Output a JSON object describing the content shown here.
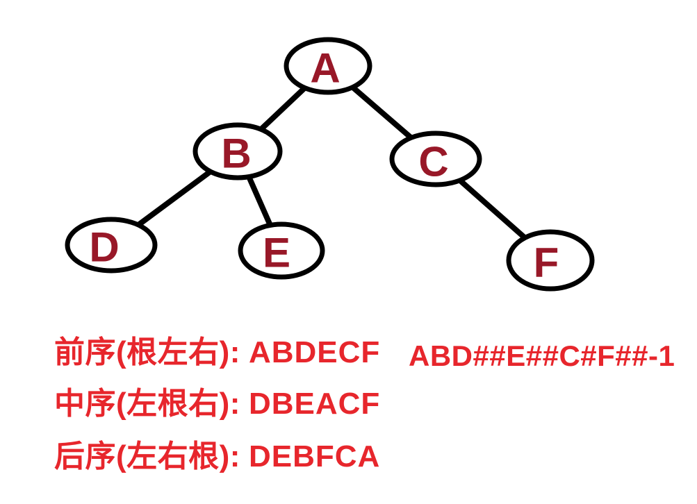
{
  "colors": {
    "node_letter": "#981828",
    "traversal_text": "#e7262c",
    "outline": "#000000",
    "background": "#ffffff"
  },
  "tree": {
    "nodes": [
      {
        "id": "A",
        "label": "A"
      },
      {
        "id": "B",
        "label": "B"
      },
      {
        "id": "C",
        "label": "C"
      },
      {
        "id": "D",
        "label": "D"
      },
      {
        "id": "E",
        "label": "E"
      },
      {
        "id": "F",
        "label": "F"
      }
    ],
    "edges": [
      [
        "A",
        "B"
      ],
      [
        "A",
        "C"
      ],
      [
        "B",
        "D"
      ],
      [
        "B",
        "E"
      ],
      [
        "C",
        "F"
      ]
    ]
  },
  "traversals": [
    {
      "name": "preorder",
      "label": "前序(根左右):",
      "sequence": "ABDECF"
    },
    {
      "name": "inorder",
      "label": "中序(左根右):",
      "sequence": "DBEACF"
    },
    {
      "name": "postorder",
      "label": "后序(左右根):",
      "sequence": "DEBFCA"
    }
  ],
  "annotation": "ABD##E##C#F##-1"
}
